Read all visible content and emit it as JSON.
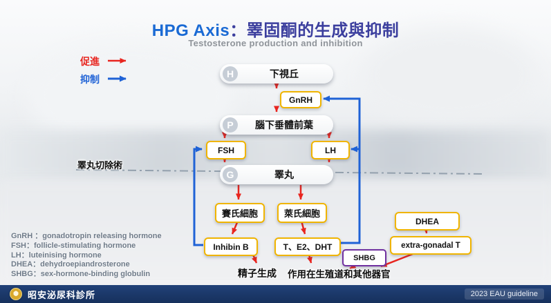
{
  "title": {
    "en": "HPG Axis",
    "zh": "：睪固酮的生成與抑制",
    "subtitle": "Testosterone production and inhibition"
  },
  "legend": {
    "promote": "促進",
    "inhibit": "抑制"
  },
  "nodes": {
    "hypothalamus": {
      "letter": "H",
      "label": "下視丘"
    },
    "pituitary": {
      "letter": "P",
      "label": "腦下垂體前葉"
    },
    "testis": {
      "letter": "G",
      "label": "睪丸"
    },
    "gnrh": "GnRH",
    "fsh": "FSH",
    "lh": "LH",
    "sertoli": "賽氏細胞",
    "leydig": "萊氏細胞",
    "inhibin_b": "Inhibin B",
    "t_e2_dht": "T、E2、DHT",
    "dhea": "DHEA",
    "extra_gonadal_t": "extra-gonadal T",
    "shbg": "SHBG"
  },
  "labels": {
    "castration": "睪丸切除術",
    "sperm_production": "精子生成",
    "action": "作用在生殖道和其他器官"
  },
  "abbreviations": [
    "GnRH ：gonadotropin releasing hormone",
    "FSH：follicle-stimulating hormone",
    "LH：luteinising hormone",
    "DHEA：dehydroepiandrosterone",
    "SHBG：sex-hormone-binding globulin"
  ],
  "footer": {
    "clinic": "昭安泌尿科診所",
    "guideline": "2023 EAU guideline"
  },
  "colors": {
    "promote": "#e8251f",
    "inhibit": "#1f62d6",
    "gold_border": "#f0b400",
    "shbg_border": "#7030a0",
    "footer_bg": "#1b3a70",
    "title_blue": "#1a6ad4",
    "title_purple": "#3c3f9e"
  }
}
